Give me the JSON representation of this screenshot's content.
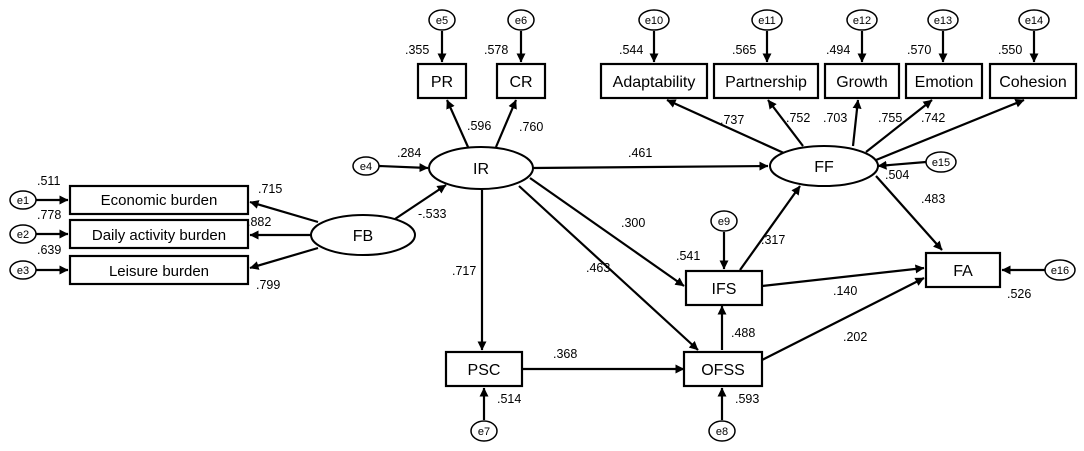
{
  "nodes": {
    "PR": "PR",
    "CR": "CR",
    "Adaptability": "Adaptability",
    "Partnership": "Partnership",
    "Growth": "Growth",
    "Emotion": "Emotion",
    "Cohesion": "Cohesion",
    "IR": "IR",
    "FF": "FF",
    "FB": "FB",
    "Economic": "Economic burden",
    "Daily": "Daily activity burden",
    "Leisure": "Leisure burden",
    "IFS": "IFS",
    "FA": "FA",
    "PSC": "PSC",
    "OFSS": "OFSS"
  },
  "errors": {
    "e1": "e1",
    "e2": "e2",
    "e3": "e3",
    "e4": "e4",
    "e5": "e5",
    "e6": "e6",
    "e7": "e7",
    "e8": "e8",
    "e9": "e9",
    "e10": "e10",
    "e11": "e11",
    "e12": "e12",
    "e13": "e13",
    "e14": "e14",
    "e15": "e15",
    "e16": "e16"
  },
  "coefficients": {
    "r2_economic": ".511",
    "r2_daily": ".778",
    "r2_leisure": ".639",
    "fb_economic": ".715",
    "fb_daily": ".882",
    "fb_leisure": ".799",
    "fb_ir": "-.533",
    "r2_ir": ".284",
    "r2_pr": ".355",
    "r2_cr": ".578",
    "ir_pr": ".596",
    "ir_cr": ".760",
    "ir_ff": ".461",
    "ir_ifs": ".300",
    "ir_ofss": ".463",
    "ir_psc": ".717",
    "r2_adaptability": ".544",
    "r2_partnership": ".565",
    "r2_growth": ".494",
    "r2_emotion": ".570",
    "r2_cohesion": ".550",
    "ff_adaptability": ".737",
    "ff_partnership": ".752",
    "ff_growth": ".703",
    "ff_emotion": ".755",
    "ff_cohesion": ".742",
    "r2_ff": ".504",
    "ff_fa": ".483",
    "r2_ifs": ".541",
    "ifs_ff": ".317",
    "ifs_fa": ".140",
    "ofss_ifs": ".488",
    "ofss_fa": ".202",
    "psc_ofss": ".368",
    "r2_psc": ".514",
    "r2_ofss": ".593",
    "r2_fa": ".526"
  }
}
